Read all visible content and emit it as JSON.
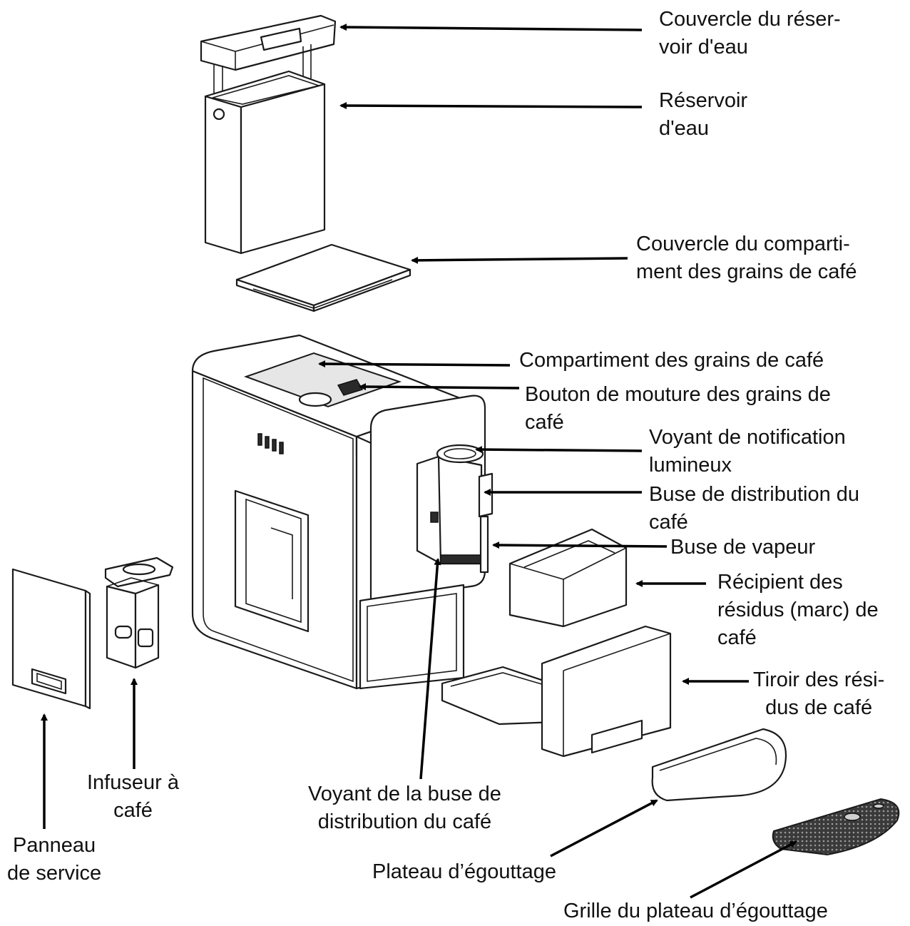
{
  "labels": {
    "water_tank_lid": [
      "Couvercle du réser-",
      "voir d'eau"
    ],
    "water_tank": [
      "Réservoir",
      "d'eau"
    ],
    "bean_compartment_lid": [
      "Couvercle du comparti-",
      "ment des grains de café"
    ],
    "bean_compartment": [
      "Compartiment des grains de café"
    ],
    "grind_knob": [
      "Bouton de mouture des grains de",
      "café"
    ],
    "notification_light": [
      "Voyant de notification",
      "lumineux"
    ],
    "coffee_spout": [
      "Buse de distribution du",
      "café"
    ],
    "steam_wand": [
      "Buse de vapeur"
    ],
    "grounds_container": [
      "Récipient des",
      "résidus (marc) de",
      "café"
    ],
    "grounds_drawer": [
      "Tiroir des rési-",
      "dus de café"
    ],
    "service_panel": [
      "Panneau",
      "de service"
    ],
    "brew_unit": [
      "Infuseur à",
      "café"
    ],
    "spout_light": [
      "Voyant de la buse de",
      "distribution du café"
    ],
    "drip_tray": [
      "Plateau d’égouttage"
    ],
    "drip_tray_grid": [
      "Grille du plateau d’égouttage"
    ]
  }
}
